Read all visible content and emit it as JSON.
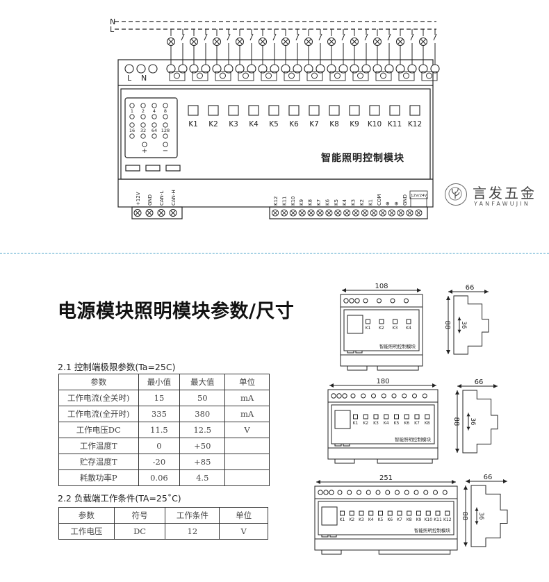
{
  "main_module": {
    "supply_lines": [
      "N",
      "L"
    ],
    "power_terminals": [
      "L",
      "N"
    ],
    "channel_labels": [
      "K1",
      "K2",
      "K3",
      "K4",
      "K5",
      "K6",
      "K7",
      "K8",
      "K9",
      "K10",
      "K11",
      "K12"
    ],
    "address_dip_labels": [
      "1",
      "2",
      "4",
      "8",
      "16",
      "32",
      "64",
      "128"
    ],
    "address_dip_signs": [
      "+",
      "−"
    ],
    "module_name": "智能照明控制模块",
    "bus_terminals": [
      "+12V",
      "GND",
      "CAN-L",
      "CAN-H"
    ],
    "input_terminals": [
      "K12",
      "K11",
      "K10",
      "K9",
      "K8",
      "K7",
      "K6",
      "K5",
      "K4",
      "K3",
      "K2",
      "K1",
      "COM",
      "⊕",
      "⊕",
      "GND"
    ],
    "voltage_tag": "12V/24V"
  },
  "brand": {
    "name": "言发五金",
    "romanized": "YANFAWUJIN"
  },
  "page_heading": "电源模块照明模块参数/尺寸",
  "section1": {
    "title": "2.1 控制端极限参数(Ta=25C)",
    "headers": [
      "参数",
      "最小值",
      "最大值",
      "单位"
    ],
    "rows": [
      [
        "工作电流(全关时)",
        "15",
        "50",
        "mA"
      ],
      [
        "工作电流(全开时)",
        "335",
        "380",
        "mA"
      ],
      [
        "工作电压DC",
        "11.5",
        "12.5",
        "V"
      ],
      [
        "工作温度T",
        "0",
        "+50",
        ""
      ],
      [
        "贮存温度T",
        "-20",
        "+85",
        ""
      ],
      [
        "耗散功率P",
        "0.06",
        "4.5",
        ""
      ]
    ]
  },
  "section2": {
    "title": "2.2 负载端工作条件(TA=25˚C)",
    "headers": [
      "参数",
      "符号",
      "工作条件",
      "单位"
    ],
    "rows": [
      [
        "工作电压",
        "DC",
        "12",
        "V"
      ]
    ]
  },
  "dimension_drawings": [
    {
      "width": "108",
      "depth": "66",
      "height": "88",
      "inner": "36",
      "channels": [
        "K1",
        "K2",
        "K3",
        "K4"
      ],
      "module_name": "智能照明控制模块"
    },
    {
      "width": "180",
      "depth": "66",
      "height": "88",
      "inner": "36",
      "channels": [
        "K1",
        "K2",
        "K3",
        "K4",
        "K5",
        "K6",
        "K7",
        "K8"
      ],
      "module_name": "智能照明控制模块"
    },
    {
      "width": "251",
      "depth": "66",
      "height": "88",
      "inner": "36",
      "channels": [
        "K1",
        "K2",
        "K3",
        "K4",
        "K5",
        "K6",
        "K7",
        "K8",
        "K9",
        "K10",
        "K11",
        "K12"
      ],
      "module_name": "智能照明控制模块"
    }
  ]
}
